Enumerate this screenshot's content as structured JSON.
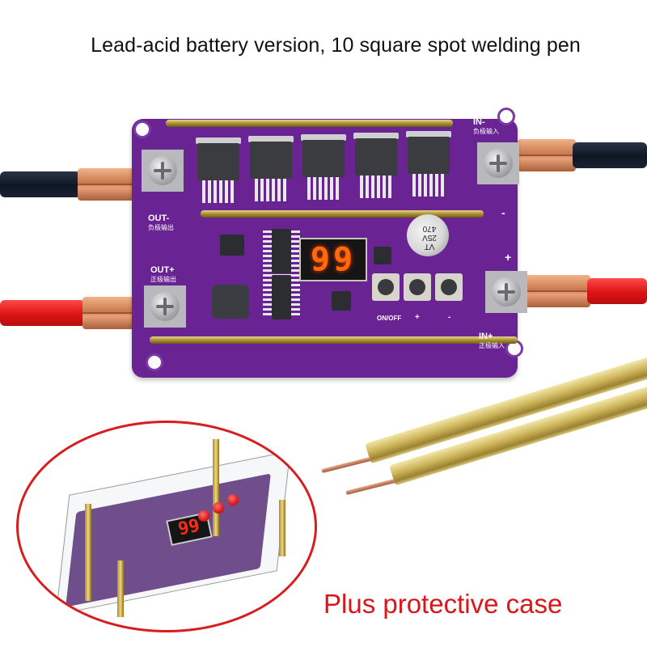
{
  "header": {
    "title": "Lead-acid battery version, 10 square spot welding pen"
  },
  "board": {
    "color": "#6a2392",
    "display_value": "99",
    "labels": {
      "out_minus": "OUT-",
      "out_minus_cn": "负极输出",
      "out_plus": "OUT+",
      "out_plus_cn": "正极输出",
      "in_minus": "IN-",
      "in_minus_cn": "负极输入",
      "in_plus": "IN+",
      "in_plus_cn": "正极输入",
      "terminal_minus": "-",
      "terminal_plus": "+"
    },
    "capacitor": {
      "line1": "VT",
      "line2": "25V",
      "line3": "470"
    },
    "buttons": [
      {
        "label": "ON/OFF"
      },
      {
        "label": "+"
      },
      {
        "label": "-"
      }
    ],
    "mosfet_count": 5
  },
  "cables": {
    "negative_color": "#141b2a",
    "positive_color": "#dc1414"
  },
  "inset": {
    "display_value": "99",
    "border_color": "#d81d1d"
  },
  "footer": {
    "caption": "Plus protective case",
    "caption_color": "#d8171c"
  }
}
